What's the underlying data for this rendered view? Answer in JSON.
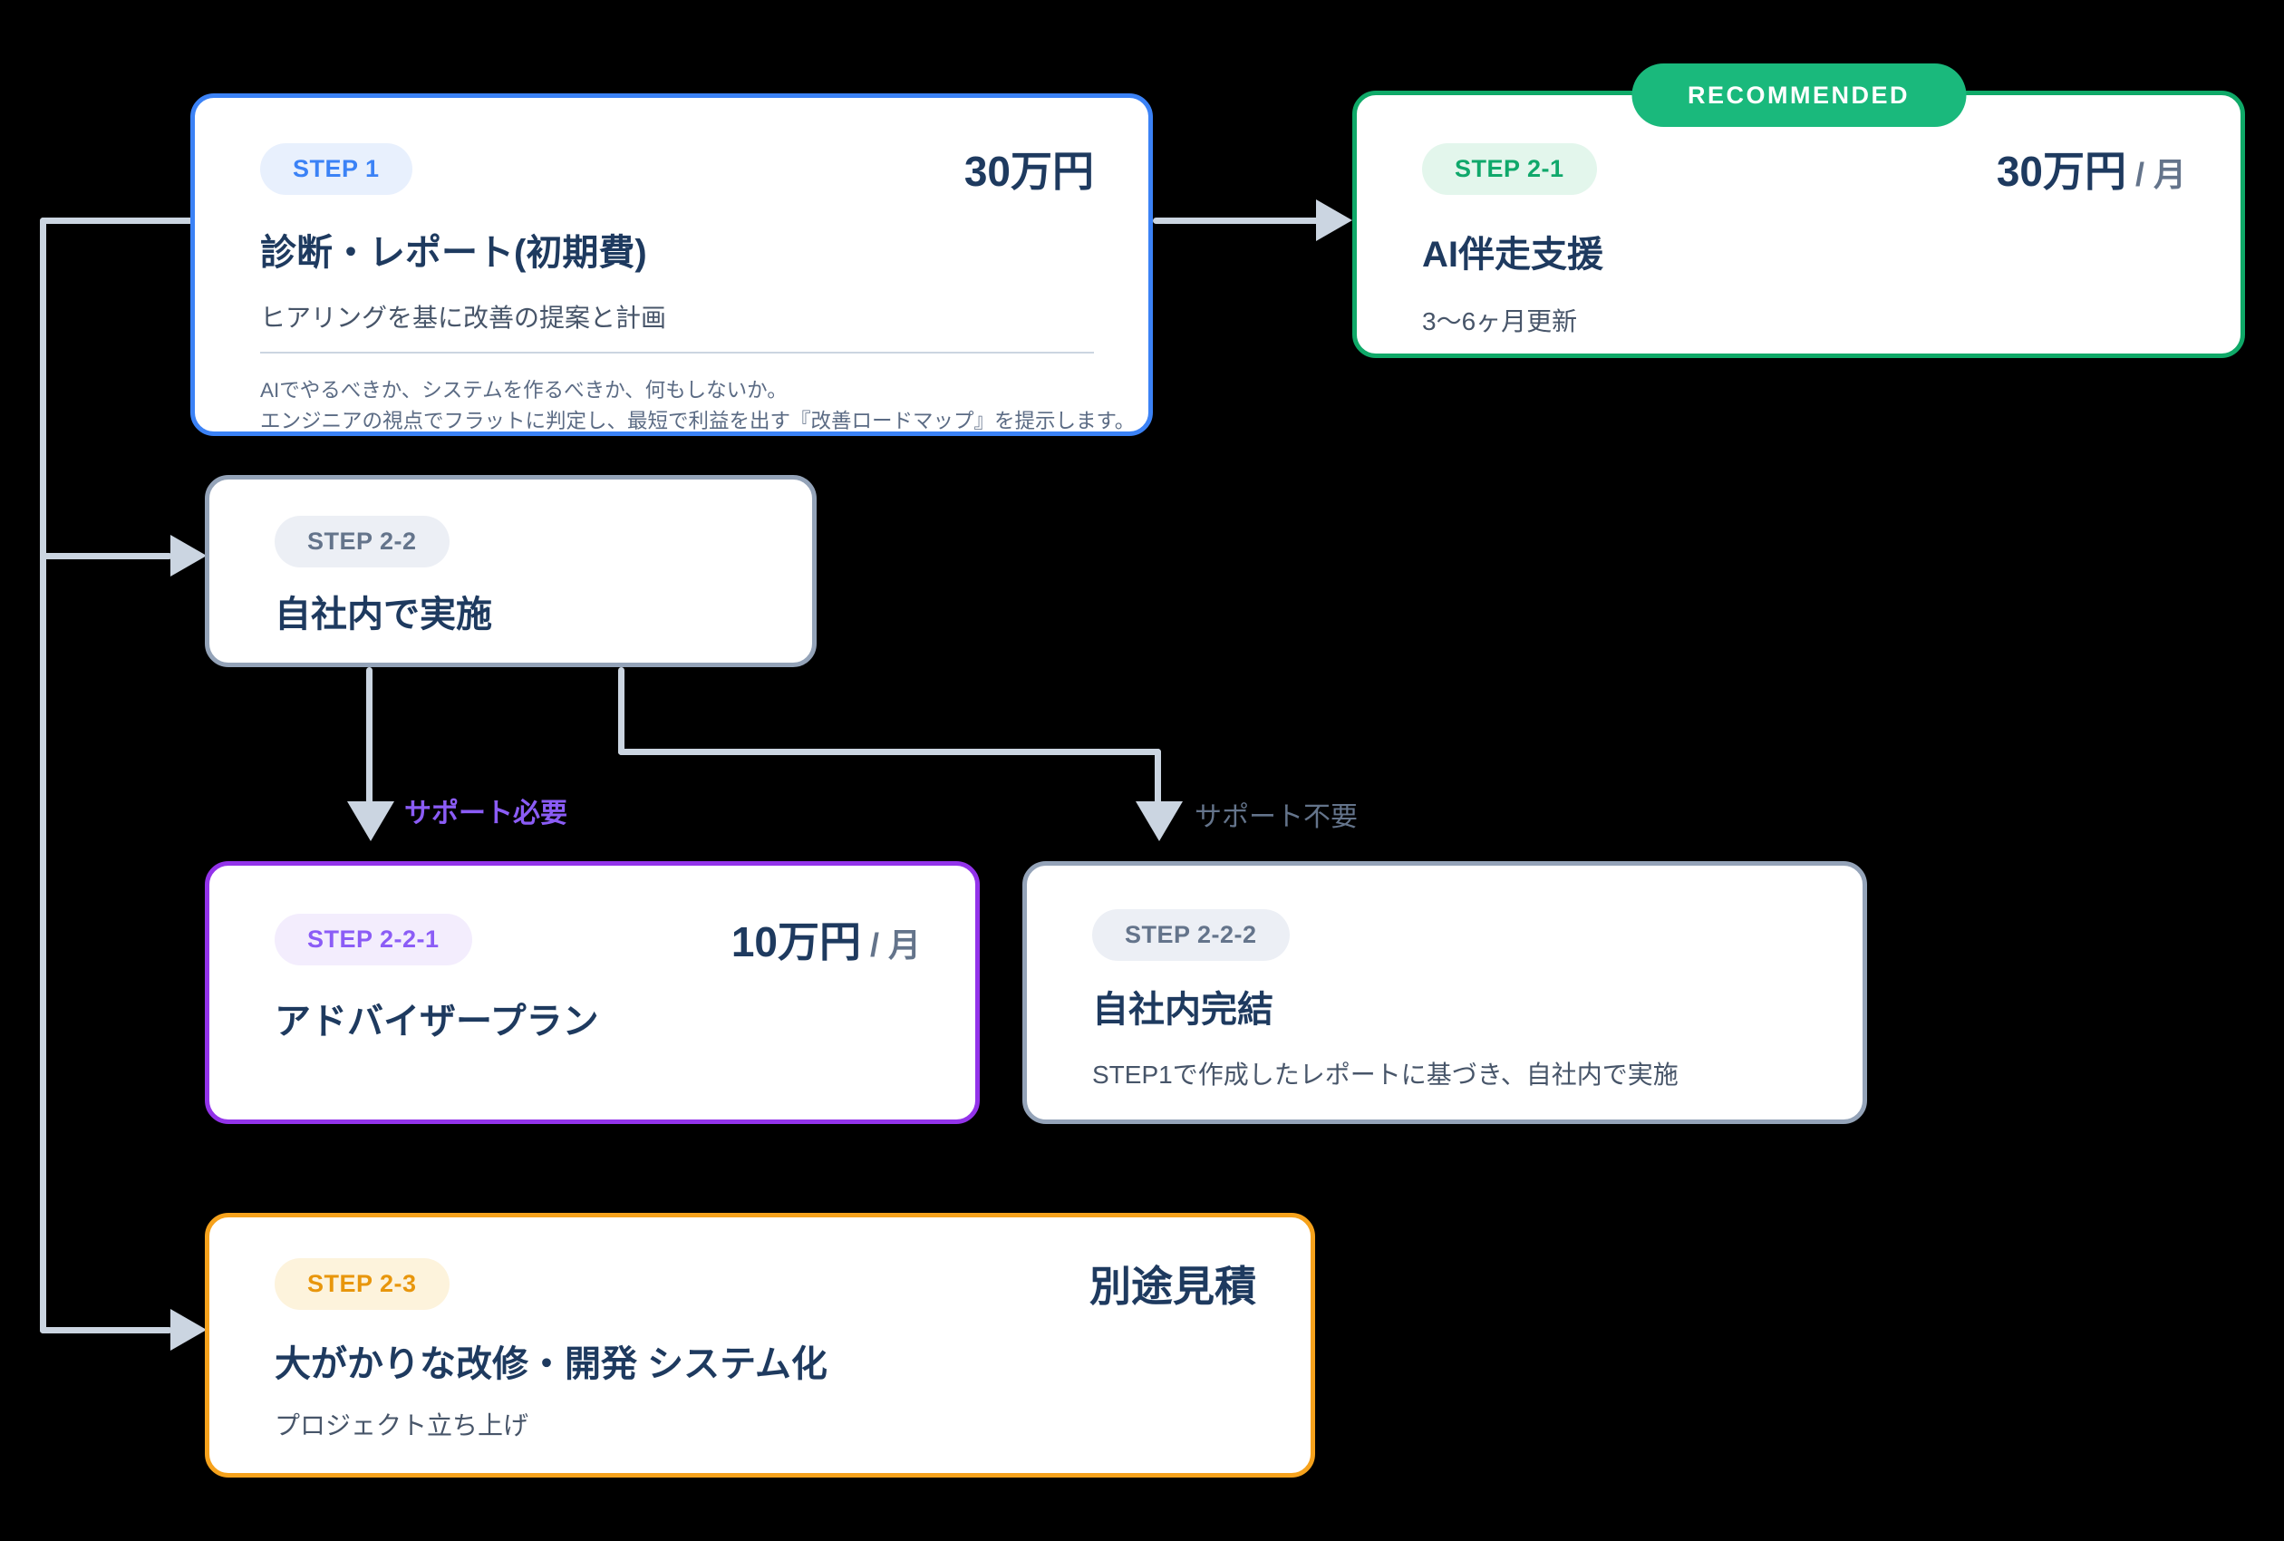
{
  "diagram": {
    "background": "#000000",
    "connector_color": "#cbd5e1",
    "cards": {
      "step1": {
        "badge": "STEP 1",
        "price": "30万円",
        "title": "診断・レポート(初期費)",
        "description": "ヒアリングを基に改善の提案と計画",
        "notes": [
          "AIでやるべきか、システムを作るべきか、何もしないか。",
          "エンジニアの視点でフラットに判定し、最短で利益を出す『改善ロードマップ』を提示します。"
        ],
        "accent": "#3b82f6"
      },
      "step2_1": {
        "ribbon": "RECOMMENDED",
        "ribbon_color": "#1ab97c",
        "badge": "STEP 2-1",
        "price": "30万円",
        "price_unit": "/ 月",
        "title": "AI伴走支援",
        "description": "3〜6ヶ月更新",
        "accent": "#0fa968"
      },
      "step2_2": {
        "badge": "STEP 2-2",
        "title": "自社内で実施",
        "accent": "#94a3b8"
      },
      "step2_2_1": {
        "badge": "STEP 2-2-1",
        "price": "10万円",
        "price_unit": "/ 月",
        "title": "アドバイザープラン",
        "accent": "#9333ea"
      },
      "step2_2_2": {
        "badge": "STEP 2-2-2",
        "title": "自社内完結",
        "description": "STEP1で作成したレポートに基づき、自社内で実施",
        "accent": "#94a3b8"
      },
      "step2_3": {
        "badge": "STEP 2-3",
        "price": "別途見積",
        "title": "大がかりな改修・開発 システム化",
        "description": "プロジェクト立ち上げ",
        "accent": "#f6a21c"
      }
    },
    "branch_labels": {
      "support_needed": {
        "text": "サポート必要",
        "color": "#8b5cf6"
      },
      "support_not_needed": {
        "text": "サポート不要",
        "color": "#64748b"
      }
    }
  }
}
